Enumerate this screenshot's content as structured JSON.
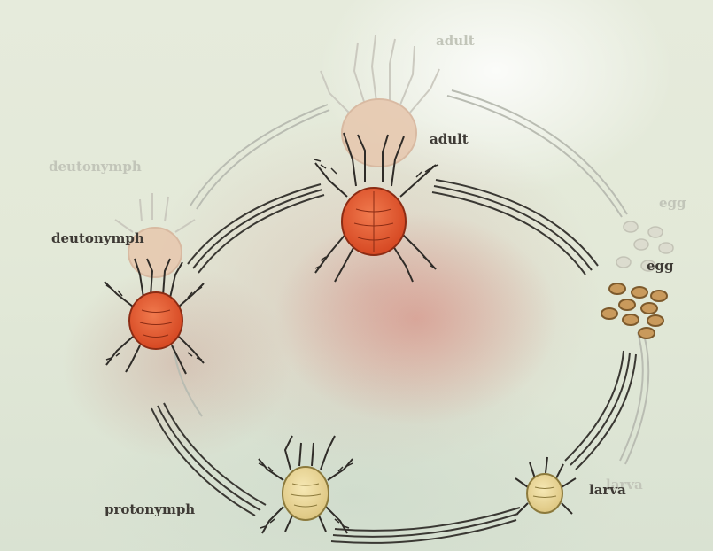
{
  "labels": {
    "adult_ghost": "adult",
    "adult": "adult",
    "deutonymph_ghost": "deutonymph",
    "deutonymph": "deutonymph",
    "egg_ghost": "egg",
    "egg": "egg",
    "larva_ghost": "larva",
    "larva": "larva",
    "protonymph": "protonymph"
  },
  "colors": {
    "background": "#e3e9d8",
    "mite_body_red": "#e0522b",
    "mite_body_pale": "#ecd79a",
    "ghost_body": "#e8c8b0",
    "egg_fill": "#c99a5c",
    "line": "#3a3833"
  }
}
